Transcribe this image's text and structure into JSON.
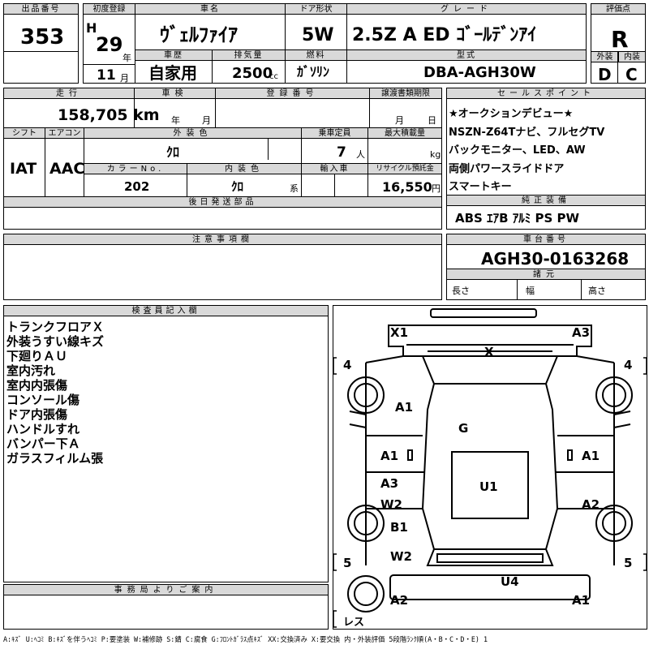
{
  "header": {
    "lot_label": "出品番号",
    "lot_no": "353",
    "reg_label": "初度登録",
    "era": "H",
    "year": "29",
    "year_unit": "年",
    "month": "11",
    "month_unit": "月",
    "name_label": "車名",
    "name": "ｳﾞｪﾙﾌｧｲｱ",
    "history_label": "車歴",
    "history": "自家用",
    "disp_label": "排気量",
    "disp": "2500",
    "disp_unit": "cc",
    "door_label": "ドア形状",
    "door": "5W",
    "fuel_label": "燃料",
    "fuel": "ｶﾞｿﾘﾝ",
    "grade_label": "グレード",
    "grade": "2.5Z A ED ｺﾞｰﾙﾃﾞﾝｱｲ",
    "model_label": "型式",
    "model": "DBA-AGH30W",
    "score_label": "評価点",
    "score": "R",
    "ext_label": "外装",
    "ext": "D",
    "int_label": "内装",
    "int": "C"
  },
  "row2": {
    "mileage_label": "走行",
    "mileage": "158,705 km",
    "inspect_label": "車検",
    "inspect_year": "年",
    "inspect_month": "月",
    "regno_label": "登録番号",
    "transfer_label": "譲渡書類期限",
    "transfer_month": "月",
    "transfer_day": "日",
    "shift_label": "シフト",
    "shift": "IAT",
    "ac_label": "エアコン",
    "ac": "AAC",
    "color_label": "外装色",
    "color": "ｸﾛ",
    "cap_label": "乗車定員",
    "cap": "7",
    "cap_unit": "人",
    "load_label": "最大積載量",
    "load_unit": "kg",
    "colorno_label": "カラーNo.",
    "colorno": "202",
    "intcolor_label": "内装色",
    "intcolor": "ｸﾛ",
    "intcolor_unit": "系",
    "import_label": "輸入車",
    "recycle_label": "リサイクル預託金",
    "recycle": "16,550",
    "recycle_unit": "円",
    "later_label": "後日発送部品"
  },
  "sales": {
    "label": "セールスポイント",
    "lines": [
      "★オークションデビュー★",
      "NSZN-Z64Tナビ、フルセグTV",
      "バックモニター、LED、AW",
      "両側パワースライドドア",
      "スマートキー"
    ]
  },
  "equip": {
    "label": "純正装備",
    "value": "ABS ｴｱB ｱﾙﾐ PS PW"
  },
  "chassis": {
    "label": "車台番号",
    "value": "AGH30-0163268"
  },
  "dims": {
    "label": "諸元",
    "length": "長さ",
    "width": "幅",
    "height": "高さ"
  },
  "notes": {
    "label": "注意事項欄"
  },
  "inspector": {
    "label": "検査員記入欄",
    "lines": [
      "トランクフロアＸ",
      "外装うすい線キズ",
      "下廻りＡＵ",
      "室内汚れ",
      "室内内張傷",
      "コンソール傷",
      "ドア内張傷",
      "ハンドルすれ",
      "バンパー下Ａ",
      "ガラスフィルム張"
    ]
  },
  "office": {
    "label": "事務局よりご案内"
  },
  "diagram": {
    "marks": [
      "X1",
      "A3",
      "X",
      "4",
      "4",
      "A1",
      "G",
      "A1",
      "A1",
      "A3",
      "U1",
      "W2",
      "A2",
      "B1",
      "W2",
      "5",
      "5",
      "U4",
      "A2",
      "A1",
      "レス"
    ]
  },
  "legend": "A:ｷｽﾞ U:ﾍｺﾐ B:ｷｽﾞを伴うﾍｺﾐ P:要塗装 W:補修跡 S:錆 C:腐食 G:ﾌﾛﾝﾄｶﾞﾗｽ点ｷｽﾞ XX:交換済み X:要交換 内・外装評価 5段階ﾗﾝｸ順(A・B・C・D・E) 1"
}
